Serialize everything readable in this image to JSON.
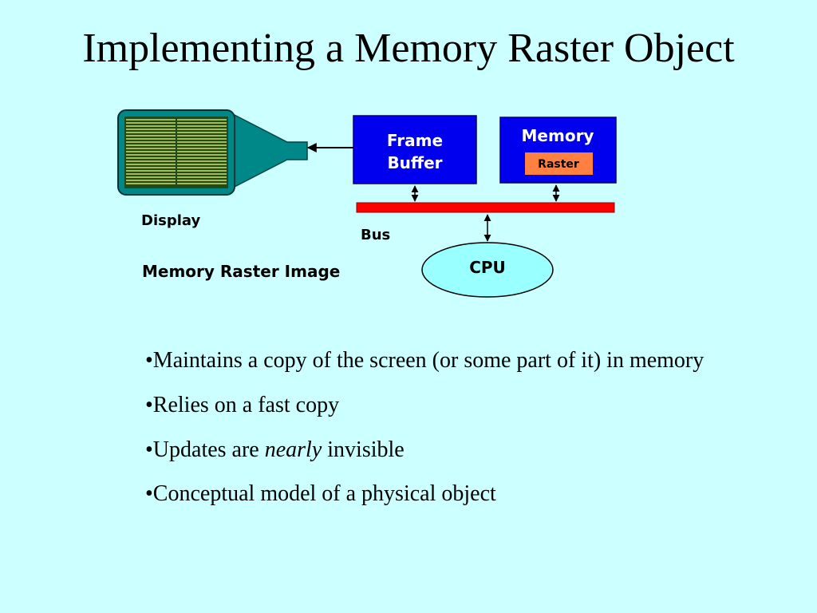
{
  "title": "Implementing a Memory Raster Object",
  "diagram": {
    "frame_buffer_line1": "Frame",
    "frame_buffer_line2": "Buffer",
    "memory_label": "Memory",
    "raster_label": "Raster",
    "display_label": "Display",
    "bus_label": "Bus",
    "cpu_label": "CPU",
    "caption": "Memory Raster Image",
    "colors": {
      "box_fill": "#0000ee",
      "bus_fill": "#ff0000",
      "raster_fill": "#ff8040",
      "cpu_fill": "#99ffff",
      "display_body": "#008888",
      "display_screen": "#1f4a1f",
      "scanline": "#d9e34a"
    }
  },
  "bullets": {
    "b1": "•Maintains a copy of the screen (or some part of it) in memory",
    "b2": "•Relies on a fast copy",
    "b3_pre": "•Updates are ",
    "b3_em": "nearly",
    "b3_post": " invisible",
    "b4": "•Conceptual model of a physical object"
  }
}
